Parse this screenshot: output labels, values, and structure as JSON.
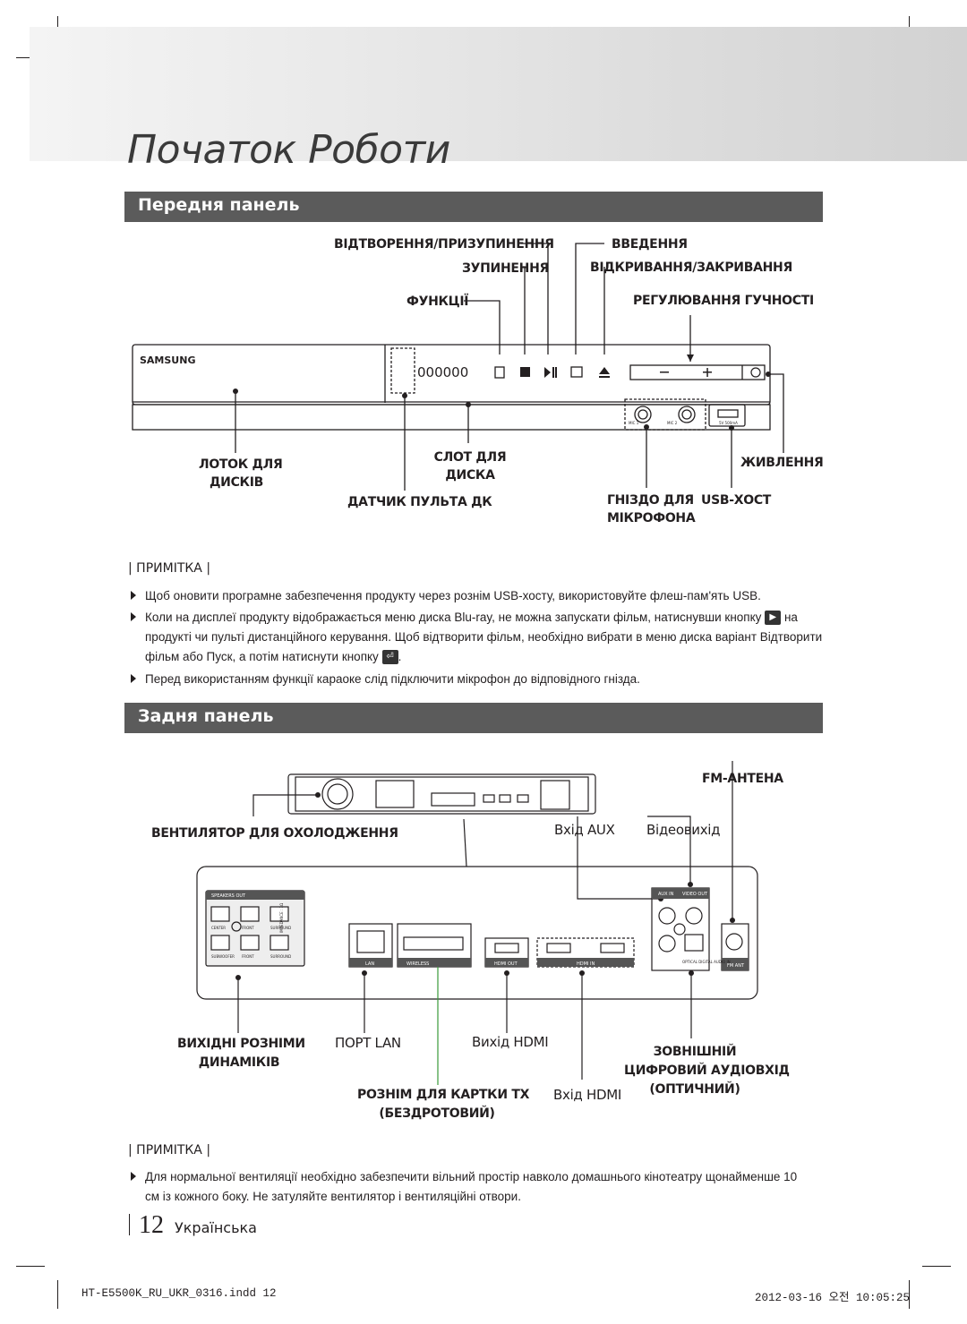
{
  "page": {
    "title": "Початок Роботи",
    "page_number": "12",
    "language": "Українська",
    "slug_file": "HT-E5500K_RU_UKR_0316.indd   12",
    "slug_date": "2012-03-16   오전 10:05:25"
  },
  "front_panel": {
    "heading": "Передня панель",
    "device_brand": "SAMSUNG",
    "display_digits": "000000",
    "usb_small": "5V 500mA",
    "mic_small_1": "MIC 1",
    "mic_small_2": "MIC 2",
    "labels": {
      "play_pause": "ВІДТВОРЕННЯ/ПРИЗУПИНЕННЯ",
      "stop": "ЗУПИНЕННЯ",
      "function": "ФУНКЦІЇ",
      "enter": "ВВЕДЕННЯ",
      "open_close": "ВІДКРИВАННЯ/ЗАКРИВАННЯ",
      "volume": "РЕГУЛЮВАННЯ ГУЧНОСТІ",
      "disc_tray_1": "ЛОТОК ДЛЯ",
      "disc_tray_2": "ДИСКІВ",
      "disc_slot_1": "СЛОТ ДЛЯ",
      "disc_slot_2": "ДИСКА",
      "remote_sensor": "ДАТЧИК ПУЛЬТА ДК",
      "power": "ЖИВЛЕННЯ",
      "mic_jack_1": "ГНІЗДО ДЛЯ",
      "mic_jack_2": "МІКРОФОНА",
      "usb_host": "USB-ХОСТ"
    }
  },
  "note1": {
    "heading": "| ПРИМІТКА |",
    "items": [
      "Щоб оновити програмне забезпечення продукту через рознім USB-хосту, використовуйте флеш-пам'ять USB.",
      "Коли на дисплеї продукту відображається меню диска Blu-ray, не можна запускати фільм, натиснувши кнопку",
      "на продукті чи пульті дистанційного керування. Щоб відтворити фільм, необхідно вибрати в меню диска варіант Відтворити фільм або Пуск, а потім натиснути кнопку",
      "Перед використанням функції караоке слід підключити мікрофон до відповідного гнізда."
    ]
  },
  "rear_panel": {
    "heading": "Задня панель",
    "labels": {
      "fm_antenna": "FM-АНТЕНА",
      "cooling_fan": "ВЕНТИЛЯТОР ДЛЯ ОХОЛОДЖЕННЯ",
      "aux_in": "Вхід AUX",
      "video_out": "Відеовихід",
      "speaker_out_1": "ВИХІДНІ РОЗНІМИ",
      "speaker_out_2": "ДИНАМІКІВ",
      "lan_port": "ПОРТ LAN",
      "hdmi_out": "Вихід HDMI",
      "optical_1": "ЗОВНІШНІЙ",
      "optical_2": "ЦИФРОВИЙ АУДІОВХІД",
      "optical_3": "(ОПТИЧНИЙ)",
      "wireless_1": "РОЗНІМ ДЛЯ КАРТКИ TX",
      "wireless_2": "(БЕЗДРОТОВИЙ)",
      "hdmi_in": "Вхід HDMI"
    },
    "panel_text": {
      "speakers_out": "SPEAKERS OUT",
      "impedance": "IMPEDANCE : 3Ω",
      "center": "CENTER",
      "front_r": "FRONT",
      "surround_r": "SURROUND",
      "subwoofer": "SUBWOOFER",
      "front_l": "FRONT",
      "surround_l": "SURROUND",
      "lan": "LAN",
      "wireless": "WIRELESS",
      "hdmi_out": "HDMI OUT",
      "hdmi_in": "HDMI IN",
      "aux_in": "AUX IN",
      "video_out": "VIDEO OUT",
      "optical": "OPTICAL DIGITAL AUDIO IN",
      "fm_ant": "FM ANT"
    }
  },
  "note2": {
    "heading": "| ПРИМІТКА |",
    "items": [
      "Для нормальної вентиляції необхідно забезпечити вільний простір навколо домашнього кінотеатру щонайменше 10 см із кожного боку. Не затуляйте вентилятор і вентиляційні отвори."
    ]
  },
  "colors": {
    "section_bar": "#5b5b5b",
    "text": "#231f20",
    "line_green": "#3a9a3a"
  }
}
